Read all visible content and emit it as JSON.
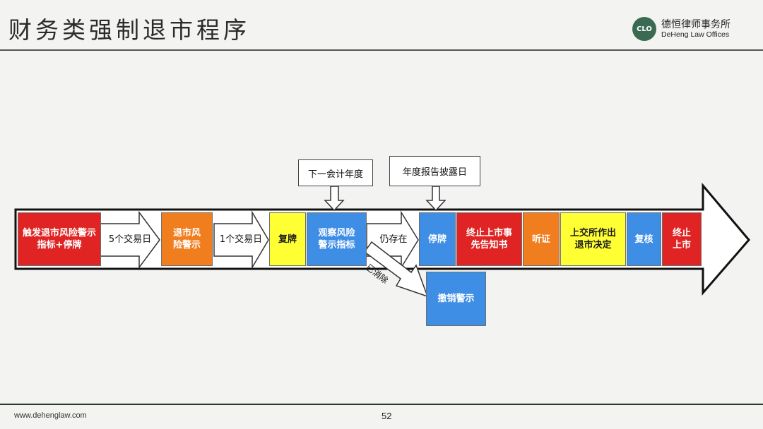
{
  "header": {
    "title": "财务类强制退市程序",
    "logo_cn": "德恒律师事务所",
    "logo_en": "DeHeng Law Offices",
    "logo_emblem": "CLO"
  },
  "footer": {
    "url": "www.dehenglaw.com",
    "page": "52"
  },
  "flow": {
    "steps": [
      {
        "label": "触发退市风险警示指标+停牌",
        "color": "#e02424"
      },
      {
        "label": "退市风险警示",
        "color": "#f07d1e"
      },
      {
        "label": "复牌",
        "color": "#ffff33"
      },
      {
        "label": "观察风险警示指标",
        "color": "#3f8ee6"
      },
      {
        "label": "停牌",
        "color": "#3f8ee6"
      },
      {
        "label": "终止上市事先告知书",
        "color": "#e02424"
      },
      {
        "label": "听证",
        "color": "#f07d1e"
      },
      {
        "label": "上交所作出退市决定",
        "color": "#ffff33"
      },
      {
        "label": "复核",
        "color": "#3f8ee6"
      },
      {
        "label": "终止上市",
        "color": "#e02424"
      }
    ],
    "connectors": [
      "5个交易日",
      "1个交易日",
      "仍存在"
    ],
    "callouts": [
      "下一会计年度",
      "年度报告披露日"
    ],
    "branch_label": "已消除",
    "branch_box": {
      "label": "撤销警示",
      "color": "#3f8ee6"
    }
  }
}
